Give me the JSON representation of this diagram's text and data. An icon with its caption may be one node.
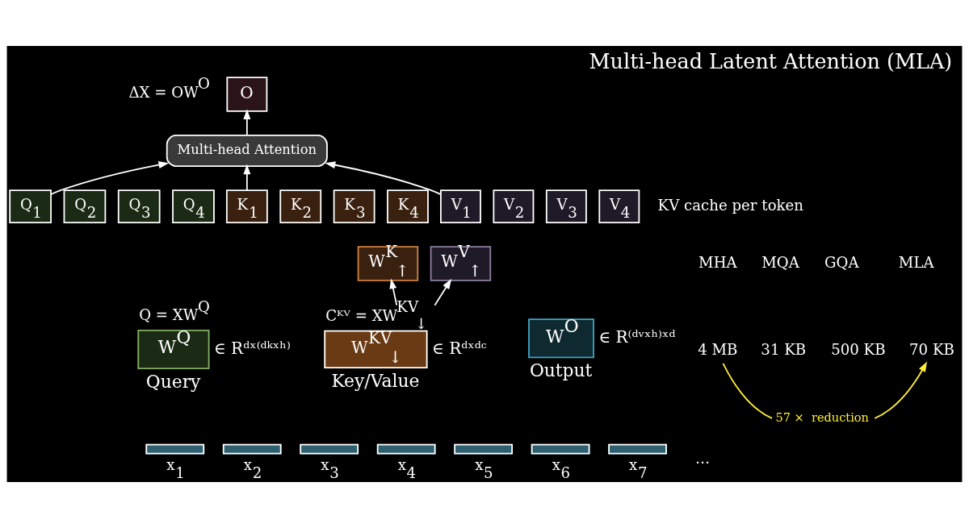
{
  "diagram": {
    "title": "Multi-head Latent Attention (MLA)",
    "nodes": [
      {
        "text": [
          "O"
        ]
      },
      {
        "text": [
          "Multi-head Attention"
        ]
      },
      {
        "text": [
          "Q$_{1}$"
        ]
      },
      {
        "text": [
          "Q$_{2}$"
        ]
      },
      {
        "text": [
          "Q$_{3}$"
        ]
      },
      {
        "text": [
          "Q$_{4}$"
        ]
      },
      {
        "text": [
          "K$_{1}$"
        ]
      },
      {
        "text": [
          "K$_{2}$"
        ]
      },
      {
        "text": [
          "K$_{3}$"
        ]
      },
      {
        "text": [
          "K$_{4}$"
        ]
      },
      {
        "text": [
          "V$_{1}$"
        ]
      },
      {
        "text": [
          "V$_{2}$"
        ]
      },
      {
        "text": [
          "V$_{3}$"
        ]
      },
      {
        "text": [
          "V$_{4}$"
        ]
      },
      {
        "text": [
          "W$^{K}$$_{↑}$"
        ]
      },
      {
        "text": [
          "W$^{V}$$_{↑}$"
        ]
      },
      {
        "text": [
          "W$^{Q}$"
        ],
        "beside": [
          "Q = XW$^{Q}$",
          "∈ Rᵈˣ⁽ᵈᵏˣʰ⁾",
          "Query"
        ]
      },
      {
        "text": [
          "W$^{KV}$$_{↓}$"
        ],
        "beside": [
          "Cᴷⱽ = XW$^{KV}$$_{↓}$",
          "∈ Rᵈˣᵈᶜ",
          "Key/Value"
        ]
      },
      {
        "text": [
          "W$^{O}$"
        ],
        "beside": [
          "∈ R⁽ᵈᵛˣʰ⁾ˣᵈ",
          "Output"
        ]
      },
      {
        "text": [
          "4 MB"
        ]
      },
      {
        "text": [
          "70 KB"
        ]
      },
      {
        "text": [],
        "shape": "bar",
        "beside": [
          "x$_{1}$"
        ]
      },
      {
        "text": [],
        "shape": "bar",
        "beside": [
          "x$_{2}$"
        ]
      },
      {
        "text": [],
        "shape": "bar",
        "beside": [
          "x$_{3}$"
        ]
      },
      {
        "text": [],
        "shape": "bar",
        "beside": [
          "x$_{4}$"
        ]
      },
      {
        "text": [],
        "shape": "bar",
        "beside": [
          "x$_{5}$"
        ]
      },
      {
        "text": [],
        "shape": "bar",
        "beside": [
          "x$_{6}$"
        ]
      },
      {
        "text": [],
        "shape": "bar",
        "beside": [
          "x$_{7}$"
        ]
      }
    ],
    "edges": [
      {
        "from": 1,
        "to": 0,
        "arrow": "to"
      },
      {
        "from": 2,
        "to": 1,
        "arrow": "to"
      },
      {
        "from": 6,
        "to": 1,
        "arrow": "to"
      },
      {
        "from": 10,
        "to": 1,
        "arrow": "to"
      },
      {
        "from": 17,
        "to": 14,
        "arrow": "to"
      },
      {
        "from": 17,
        "to": 15,
        "arrow": "to"
      },
      {
        "from": 19,
        "to": 20,
        "arrow": "to",
        "label": "57 ×  reduction",
        "color": "#ffee33"
      }
    ],
    "labels": [
      "ΔX = OW$^{O}$",
      "KV cache per token",
      "MHA",
      "MQA",
      "GQA",
      "MLA",
      "31 KB",
      "500 KB",
      "…"
    ]
  }
}
